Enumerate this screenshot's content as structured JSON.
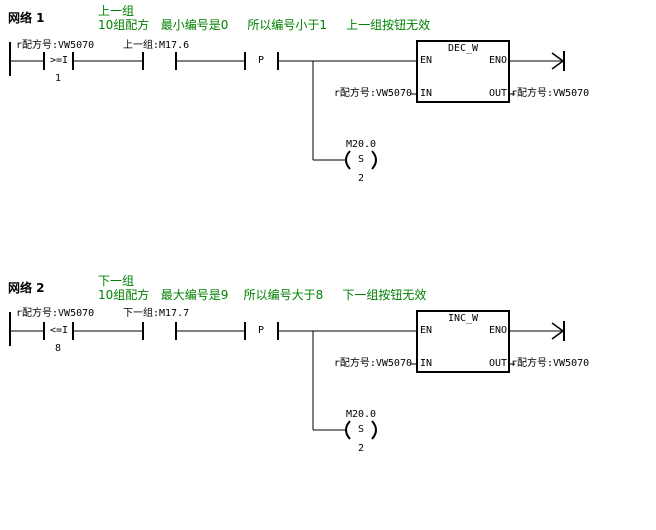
{
  "networks": [
    {
      "title": "网络 1",
      "comment_line1": "上一组",
      "comment_line2": "10组配方   最小编号是0     所以编号小于1     上一组按钮无效",
      "contact1": {
        "address": "r配方号:VW5070",
        "op": ">=I",
        "operand": "1"
      },
      "contact2": {
        "address": "上一组:M17.6"
      },
      "edge": "P",
      "box": {
        "name": "DEC_W",
        "en": "EN",
        "eno": "ENO",
        "in": "IN",
        "out": "OUT",
        "in_operand": "r配方号:VW5070",
        "out_operand": "r配方号:VW5070"
      },
      "coil": {
        "address": "M20.0",
        "type": "S",
        "count": "2"
      }
    },
    {
      "title": "网络 2",
      "comment_line1": "下一组",
      "comment_line2": "10组配方   最大编号是9    所以编号大于8     下一组按钮无效",
      "contact1": {
        "address": "r配方号:VW5070",
        "op": "<=I",
        "operand": "8"
      },
      "contact2": {
        "address": "下一组:M17.7"
      },
      "edge": "P",
      "box": {
        "name": "INC_W",
        "en": "EN",
        "eno": "ENO",
        "in": "IN",
        "out": "OUT",
        "in_operand": "r配方号:VW5070",
        "out_operand": "r配方号:VW5070"
      },
      "coil": {
        "address": "M20.0",
        "type": "S",
        "count": "2"
      }
    }
  ]
}
